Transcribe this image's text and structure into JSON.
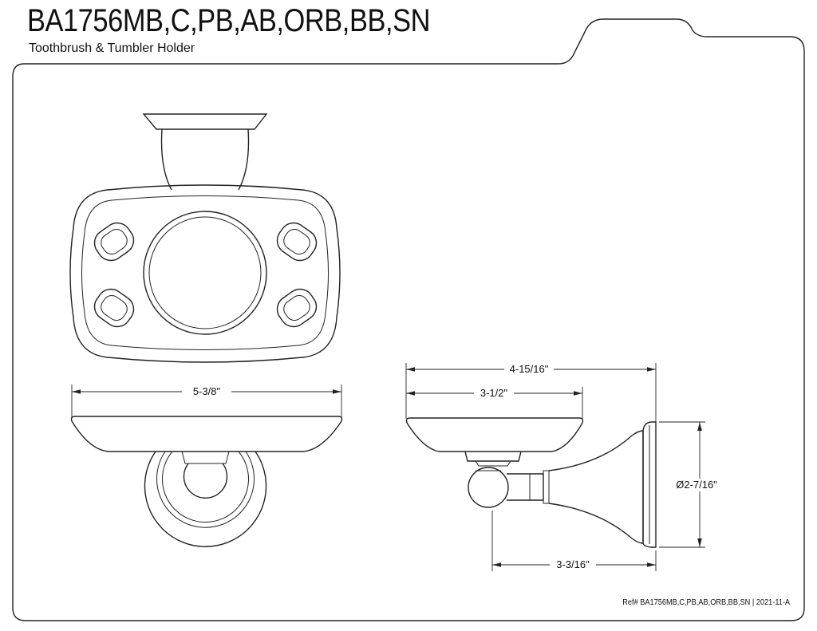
{
  "header": {
    "title": "BA1756MB,C,PB,AB,ORB,BB,SN",
    "subtitle": "Toothbrush & Tumbler Holder"
  },
  "dimensions": {
    "front_width": "5-3/8\"",
    "side_total_depth": "4-15/16\"",
    "side_tray_depth": "3-1/2\"",
    "flange_diameter": "Ø2-7/16\"",
    "arm_projection": "3-3/16\""
  },
  "footer": {
    "reference": "Ref# BA1756MB,C,PB,AB,ORB,BB,SN | 2021-11-A"
  }
}
